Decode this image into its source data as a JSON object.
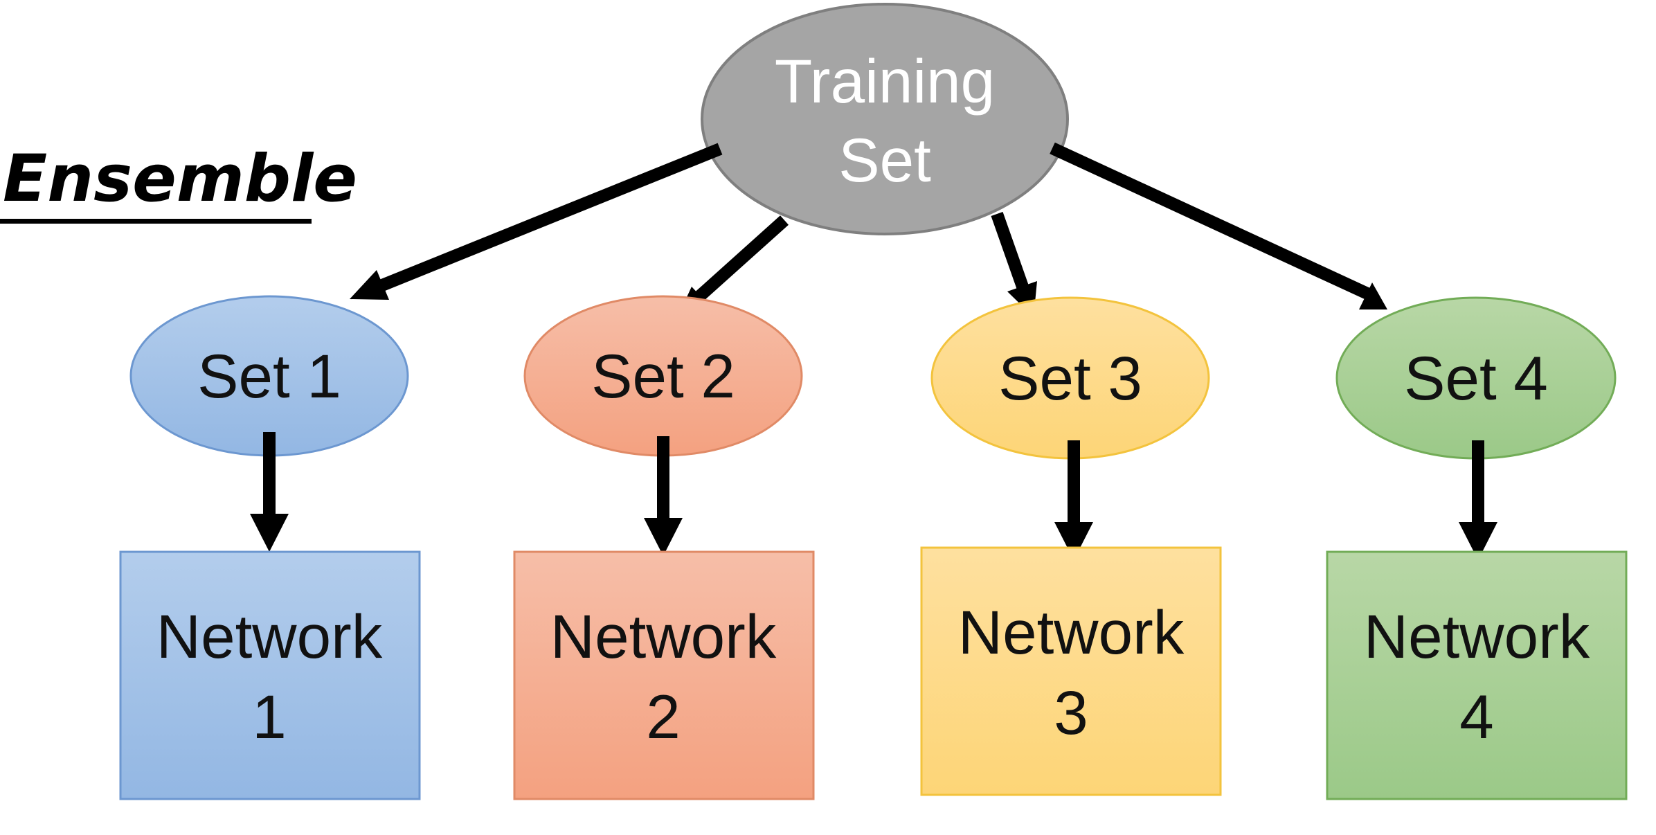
{
  "title": "Ensemble",
  "root": {
    "line1": "Training",
    "line2": "Set",
    "fill": "#A5A5A5",
    "stroke": "#7F7F7F",
    "text_color": "#FFFFFF"
  },
  "branches": [
    {
      "set_label": "Set 1",
      "network_line1": "Network",
      "network_line2": "1",
      "fill_top": "#B3CDEC",
      "fill_bottom": "#93B7E3",
      "stroke": "#6C97D0"
    },
    {
      "set_label": "Set 2",
      "network_line1": "Network",
      "network_line2": "2",
      "fill_top": "#F6BEA8",
      "fill_bottom": "#F4A180",
      "stroke": "#E08A66"
    },
    {
      "set_label": "Set 3",
      "network_line1": "Network",
      "network_line2": "3",
      "fill_top": "#FEE09F",
      "fill_bottom": "#FDD577",
      "stroke": "#F3C33D"
    },
    {
      "set_label": "Set 4",
      "network_line1": "Network",
      "network_line2": "4",
      "fill_top": "#B8D7A6",
      "fill_bottom": "#9BC988",
      "stroke": "#72AC57"
    }
  ],
  "arrow_color": "#000000"
}
